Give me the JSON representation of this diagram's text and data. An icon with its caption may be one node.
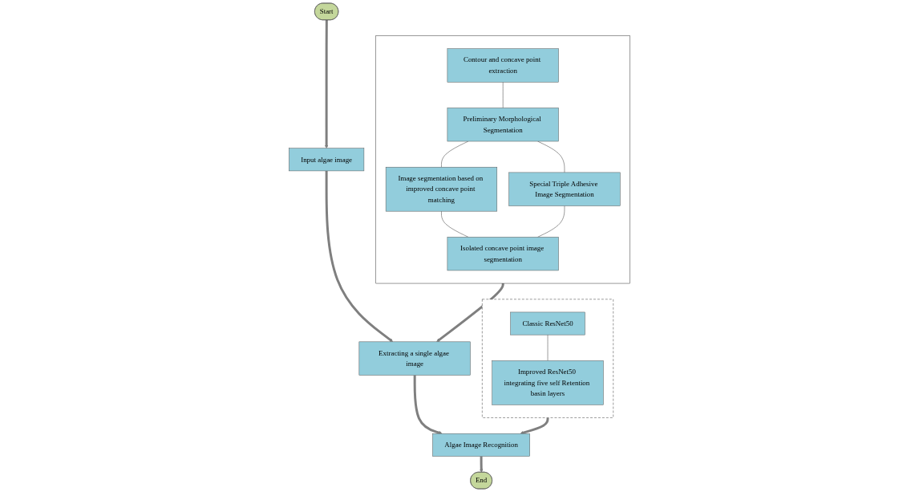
{
  "diagram": {
    "nodes": [
      {
        "text": [
          "Start"
        ]
      },
      {
        "text": [
          "Input algae image"
        ]
      },
      {
        "text": [
          "Extracting a single algae image"
        ]
      },
      {
        "text": [
          "Algae Image Recognition"
        ]
      },
      {
        "text": [
          "End"
        ]
      },
      {
        "text": [],
        "shape": "box"
      },
      {
        "text": [
          "Contour and concave point extraction"
        ],
        "in": 5
      },
      {
        "text": [
          "Preliminary Morphological Segmentation"
        ],
        "in": 5
      },
      {
        "text": [
          "Image segmentation based on improved concave point matching"
        ],
        "in": 5
      },
      {
        "text": [
          "Special Triple Adhesive Image Segmentation"
        ],
        "in": 5
      },
      {
        "text": [
          "Isolated concave point image segmentation"
        ],
        "in": 5
      },
      {
        "text": [],
        "shape": "box"
      },
      {
        "text": [
          "Classic ResNet50"
        ],
        "in": 11
      },
      {
        "text": [
          "Improved ResNet50 integrating five self Retention basin layers"
        ],
        "in": 11
      }
    ],
    "edges": [
      {
        "from": 0,
        "to": 1,
        "arrow": "to",
        "style": "thick",
        "color": "#7f7f7f"
      },
      {
        "from": 1,
        "to": 2,
        "arrow": "to",
        "style": "thick",
        "color": "#7f7f7f"
      },
      {
        "from": 2,
        "to": 3,
        "arrow": "to",
        "style": "thick",
        "color": "#7f7f7f"
      },
      {
        "from": 3,
        "to": 4,
        "arrow": "to",
        "style": "thick",
        "color": "#7f7f7f"
      },
      {
        "from": 5,
        "to": 2,
        "arrow": "to",
        "style": "thick",
        "color": "#7f7f7f"
      },
      {
        "from": 11,
        "to": 3,
        "arrow": "to",
        "style": "thick",
        "color": "#7f7f7f"
      },
      {
        "from": 6,
        "to": 7,
        "arrow": "none"
      },
      {
        "from": 7,
        "to": 8,
        "arrow": "none"
      },
      {
        "from": 7,
        "to": 9,
        "arrow": "none"
      },
      {
        "from": 8,
        "to": 10,
        "arrow": "none"
      },
      {
        "from": 9,
        "to": 10,
        "arrow": "none"
      },
      {
        "from": 12,
        "to": 13,
        "arrow": "none"
      }
    ]
  }
}
